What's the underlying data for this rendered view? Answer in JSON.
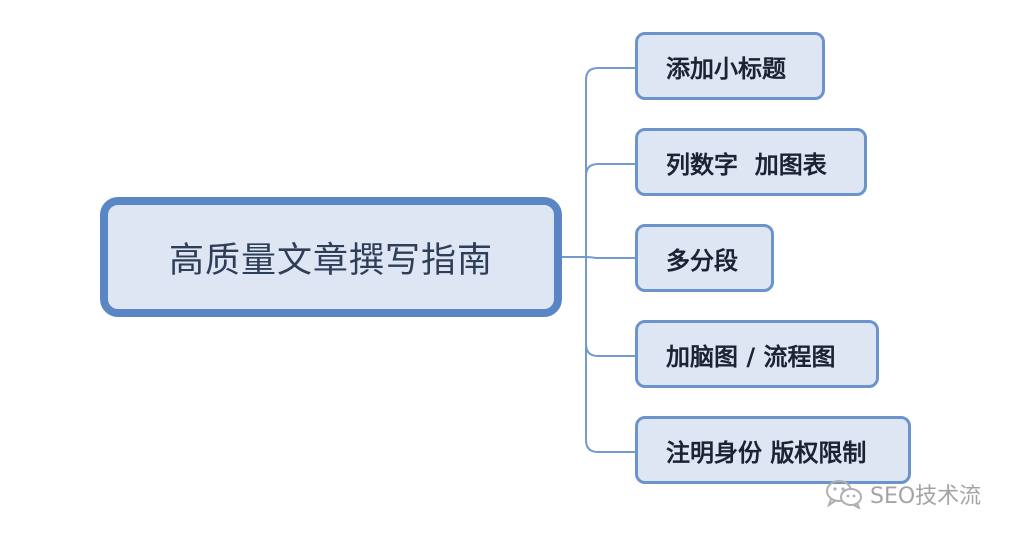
{
  "root": {
    "label": "高质量文章撰写指南"
  },
  "branches": [
    {
      "label": "添加小标题"
    },
    {
      "label": "列数字  加图表"
    },
    {
      "label": "多分段"
    },
    {
      "label": "加脑图 / 流程图"
    },
    {
      "label": "注明身份 版权限制"
    }
  ],
  "watermark": {
    "text": "SEO技术流",
    "icon": "wechat-icon"
  },
  "colors": {
    "root_border": "#5b86c6",
    "node_fill": "#dde6f2",
    "branch_border": "#6b93cc",
    "connector": "#6b93cc"
  }
}
